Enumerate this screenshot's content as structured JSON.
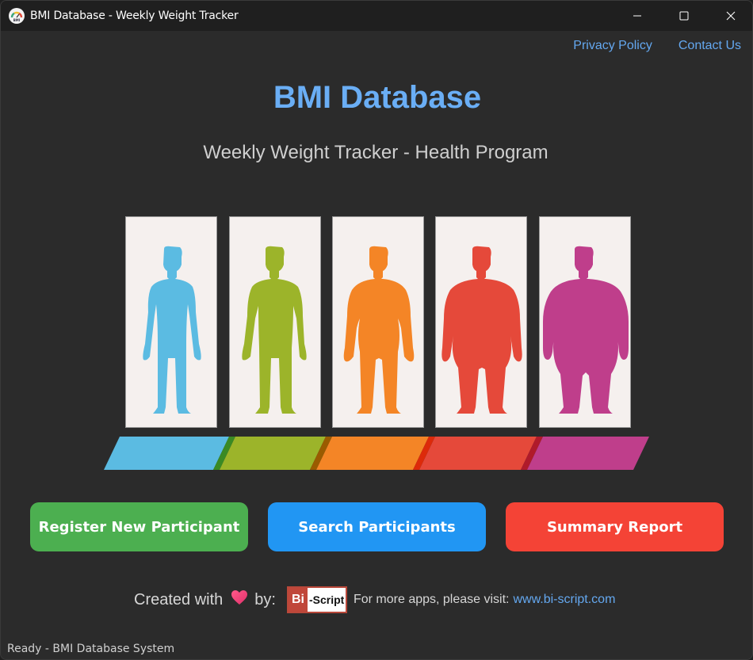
{
  "window": {
    "title": "BMI Database - Weekly Weight Tracker",
    "icon": "bmi-gauge-icon",
    "controls": {
      "minimize": "minimize-icon",
      "maximize": "maximize-icon",
      "close": "close-icon"
    }
  },
  "top_links": [
    {
      "label": "Privacy Policy"
    },
    {
      "label": "Contact Us"
    }
  ],
  "header": {
    "title": "BMI Database",
    "subtitle": "Weekly Weight Tracker - Health Program"
  },
  "bmi_figure": {
    "categories": [
      {
        "name": "underweight",
        "color": "#5bbbe2",
        "edge": "#5bbbe2"
      },
      {
        "name": "normal",
        "color": "#9cb42a",
        "edge": "#3a8a24"
      },
      {
        "name": "overweight",
        "color": "#f48526",
        "edge": "#9a5b00"
      },
      {
        "name": "obese",
        "color": "#e5493a",
        "edge": "#dd2a0a"
      },
      {
        "name": "extremely-obese",
        "color": "#bf3e8b",
        "edge": "#b01a2a"
      }
    ]
  },
  "buttons": {
    "register": {
      "label": "Register New Participant",
      "color": "#4caf50"
    },
    "search": {
      "label": "Search Participants",
      "color": "#2196f3"
    },
    "summary": {
      "label": "Summary Report",
      "color": "#f44336"
    }
  },
  "footer": {
    "created_with": "Created with",
    "heart_icon": "heart-icon",
    "by": "by:",
    "logo_bi": "Bi",
    "logo_script": "-Script",
    "more_apps": "For more apps, please visit:",
    "site": "www.bi-script.com"
  },
  "status_bar": {
    "text": "Ready - BMI Database System"
  }
}
